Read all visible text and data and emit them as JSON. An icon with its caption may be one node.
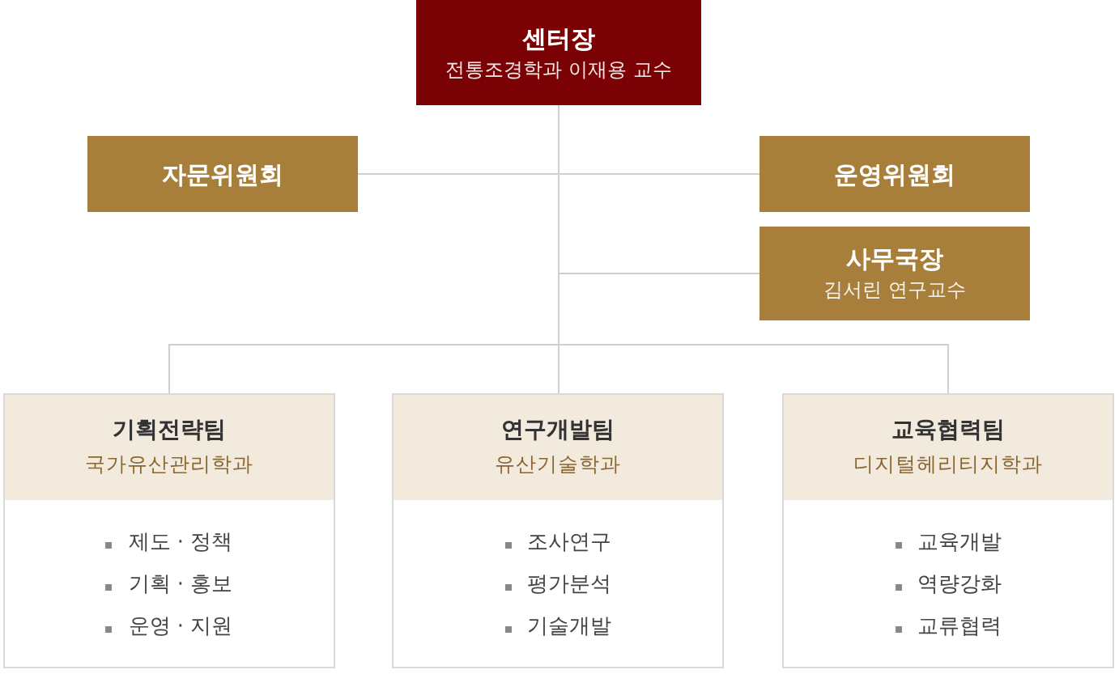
{
  "diagram": {
    "nodes": [
      {
        "text": [
          "센터장",
          "전통조경학과 이재용 교수"
        ]
      },
      {
        "text": [
          "자문위원회"
        ]
      },
      {
        "text": [
          "운영위원회"
        ]
      },
      {
        "text": [
          "사무국장",
          "김서린 연구교수"
        ]
      },
      {
        "text": [
          "기획전략팀",
          "국가유산관리학과",
          "제도 · 정책",
          "기획 · 홍보",
          "운영 · 지원"
        ]
      },
      {
        "text": [
          "연구개발팀",
          "유산기술학과",
          "조사연구",
          "평가분석",
          "기술개발"
        ]
      },
      {
        "text": [
          "교육협력팀",
          "디지털헤리티지학과",
          "교육개발",
          "역량강화",
          "교류협력"
        ]
      }
    ],
    "edges": [
      {
        "from": 0,
        "to": 1,
        "arrow": "none"
      },
      {
        "from": 0,
        "to": 2,
        "arrow": "none"
      },
      {
        "from": 0,
        "to": 3,
        "arrow": "none"
      },
      {
        "from": 0,
        "to": 4,
        "arrow": "none"
      },
      {
        "from": 0,
        "to": 5,
        "arrow": "none"
      },
      {
        "from": 0,
        "to": 6,
        "arrow": "none"
      }
    ]
  }
}
